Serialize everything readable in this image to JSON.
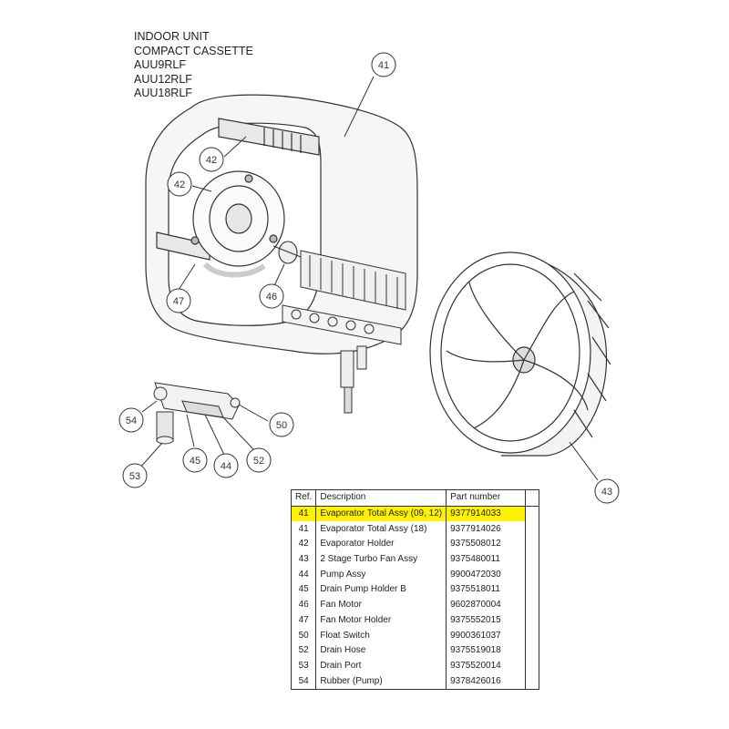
{
  "header": {
    "lines": [
      "INDOOR UNIT",
      "COMPACT CASSETTE",
      "AUU9RLF",
      "AUU12RLF",
      "AUU18RLF"
    ]
  },
  "callouts": [
    "41",
    "42",
    "42",
    "47",
    "46",
    "43",
    "54",
    "50",
    "53",
    "45",
    "44",
    "52"
  ],
  "table": {
    "headers": [
      "Ref.",
      "Description",
      "Part number"
    ],
    "rows": [
      {
        "ref": "41",
        "description": "Evaporator Total Assy (09, 12)",
        "part": "9377914033"
      },
      {
        "ref": "41",
        "description": "Evaporator Total Assy (18)",
        "part": "9377914026"
      },
      {
        "ref": "42",
        "description": "Evaporator Holder",
        "part": "9375508012"
      },
      {
        "ref": "43",
        "description": "2 Stage Turbo Fan Assy",
        "part": "9375480011"
      },
      {
        "ref": "44",
        "description": "Pump Assy",
        "part": "9900472030"
      },
      {
        "ref": "45",
        "description": "Drain Pump Holder B",
        "part": "9375518011"
      },
      {
        "ref": "46",
        "description": "Fan Motor",
        "part": "9602870004"
      },
      {
        "ref": "47",
        "description": "Fan Motor Holder",
        "part": "9375552015"
      },
      {
        "ref": "50",
        "description": "Float Switch",
        "part": "9900361037"
      },
      {
        "ref": "52",
        "description": "Drain Hose",
        "part": "9375519018"
      },
      {
        "ref": "53",
        "description": "Drain Port",
        "part": "9375520014"
      },
      {
        "ref": "54",
        "description": "Rubber (Pump)",
        "part": "9378426016"
      }
    ],
    "highlight_color": "#fff200"
  }
}
